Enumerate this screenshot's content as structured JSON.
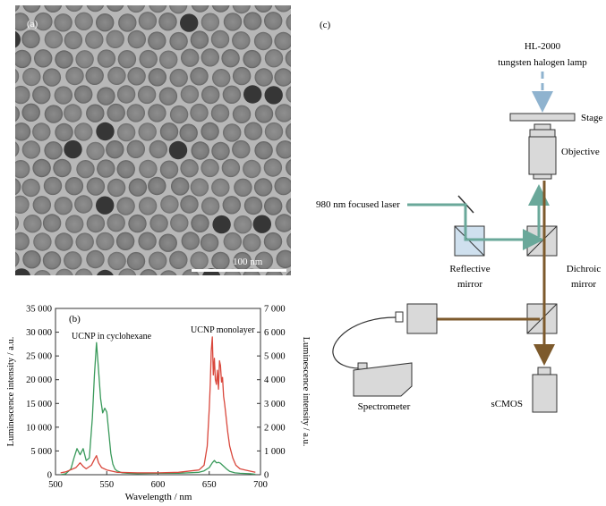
{
  "panels": {
    "a": {
      "label": "(a)",
      "scale_bar_label": "100 nm"
    },
    "b": {
      "label": "(b)",
      "annotation_left": "UCNP in cyclohexane",
      "annotation_right": "UCNP monolayer"
    },
    "c": {
      "label": "(c)",
      "lamp_label_line1": "HL-2000",
      "lamp_label_line2": "tungsten halogen lamp",
      "stage_label": "Stage",
      "objective_label": "Objective",
      "laser_label": "980 nm focused laser",
      "reflective_label_line1": "Reflective",
      "reflective_label_line2": "mirror",
      "dichroic_label_line1": "Dichroic",
      "dichroic_label_line2": "mirror",
      "spectrometer_label": "Spectrometer",
      "camera_label": "sCMOS",
      "colors": {
        "excitation_path": "#6aa89a",
        "emission_path": "#7d5a2c",
        "lamp_path": "#8fb3cf",
        "component_fill": "#d9d9d9",
        "reflective_fill": "#cfe0ee"
      }
    }
  },
  "chart_data": {
    "type": "line",
    "xlabel": "Wavelength / nm",
    "ylabel_left": "Luminescence intensity / a.u.",
    "ylabel_right": "Luminescence intensity / a.u.",
    "xlim": [
      500,
      700
    ],
    "ylim_left": [
      0,
      35000
    ],
    "ylim_right": [
      0,
      7000
    ],
    "x_ticks": [
      500,
      550,
      600,
      650,
      700
    ],
    "y_ticks_left": [
      "0",
      "5 000",
      "10 000",
      "15 000",
      "20 000",
      "25 000",
      "30 000",
      "35 000"
    ],
    "y_ticks_right": [
      "0",
      "1 000",
      "2 000",
      "3 000",
      "4 000",
      "5 000",
      "6 000",
      "7 000"
    ],
    "series": [
      {
        "name": "UCNP in cyclohexane",
        "axis": "left",
        "color": "#3a9a5b",
        "x": [
          505,
          510,
          515,
          518,
          521,
          524,
          527,
          530,
          533,
          536,
          538,
          540,
          542,
          544,
          546,
          548,
          550,
          552,
          554,
          556,
          558,
          560,
          565,
          570,
          580,
          600,
          620,
          640,
          645,
          650,
          653,
          655,
          657,
          659,
          661,
          663,
          665,
          667,
          670,
          675,
          680,
          690,
          695
        ],
        "y": [
          0,
          200,
          1200,
          3500,
          5500,
          4200,
          5500,
          3000,
          3500,
          12000,
          21000,
          27800,
          22000,
          16000,
          13000,
          14000,
          13200,
          9000,
          4500,
          2200,
          1200,
          800,
          400,
          300,
          250,
          300,
          300,
          500,
          800,
          1500,
          2500,
          3000,
          2500,
          2600,
          2400,
          2000,
          1600,
          1200,
          700,
          400,
          300,
          200,
          100
        ]
      },
      {
        "name": "UCNP monolayer",
        "axis": "right",
        "color": "#d9473c",
        "x": [
          505,
          510,
          520,
          524,
          527,
          530,
          535,
          538,
          540,
          542,
          545,
          550,
          555,
          560,
          580,
          600,
          620,
          640,
          645,
          648,
          650,
          651,
          652,
          653,
          654,
          655,
          656,
          657,
          658,
          659,
          660,
          661,
          662,
          663,
          664,
          665,
          666,
          668,
          670,
          673,
          676,
          680,
          685,
          690,
          695
        ],
        "y": [
          80,
          120,
          300,
          500,
          350,
          250,
          400,
          650,
          800,
          500,
          300,
          200,
          150,
          100,
          80,
          80,
          100,
          200,
          400,
          1200,
          2800,
          3800,
          5200,
          5800,
          4200,
          4900,
          4000,
          3800,
          4400,
          3600,
          4800,
          4600,
          3900,
          4100,
          3300,
          3000,
          2600,
          1800,
          1200,
          700,
          400,
          250,
          200,
          150,
          100
        ]
      }
    ]
  }
}
